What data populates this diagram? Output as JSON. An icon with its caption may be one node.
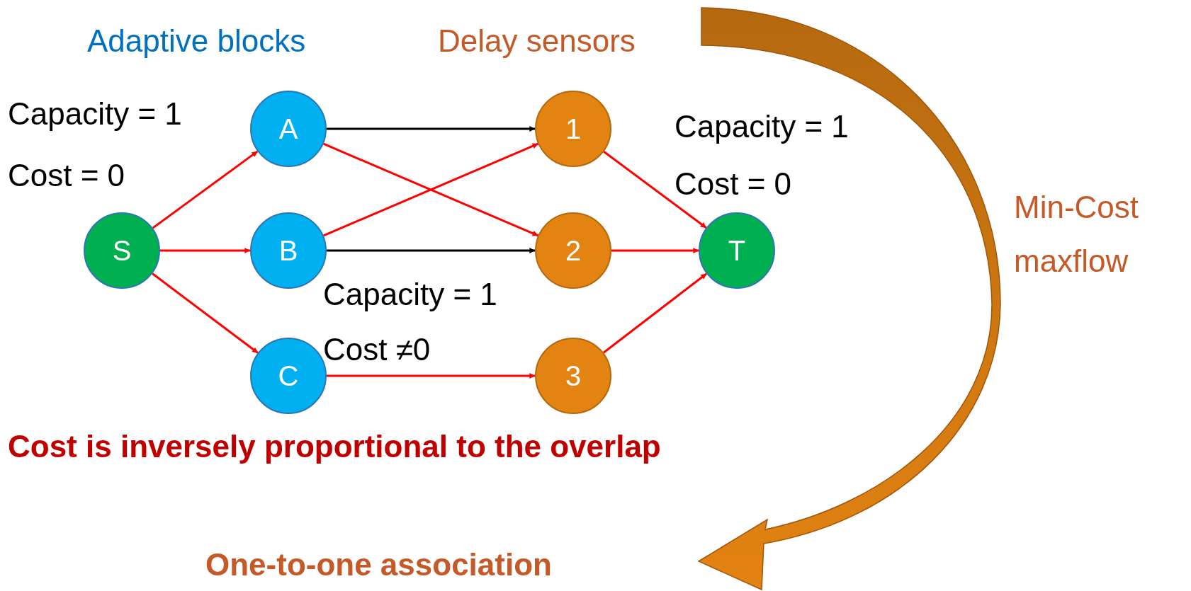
{
  "diagram": {
    "nodes": [
      {
        "text": [
          "S"
        ]
      },
      {
        "text": [
          "A"
        ]
      },
      {
        "text": [
          "B"
        ]
      },
      {
        "text": [
          "C"
        ]
      },
      {
        "text": [
          "1"
        ]
      },
      {
        "text": [
          "2"
        ]
      },
      {
        "text": [
          "3"
        ]
      },
      {
        "text": [
          "T"
        ]
      }
    ],
    "edges": [
      {
        "from": 0,
        "to": 1,
        "arrow": "to"
      },
      {
        "from": 0,
        "to": 2,
        "arrow": "to"
      },
      {
        "from": 0,
        "to": 3,
        "arrow": "to"
      },
      {
        "from": 1,
        "to": 4,
        "arrow": "to",
        "color": "#000000"
      },
      {
        "from": 1,
        "to": 5,
        "arrow": "to"
      },
      {
        "from": 2,
        "to": 4,
        "arrow": "to"
      },
      {
        "from": 2,
        "to": 5,
        "arrow": "to",
        "color": "#000000"
      },
      {
        "from": 3,
        "to": 6,
        "arrow": "to"
      },
      {
        "from": 4,
        "to": 7,
        "arrow": "to"
      },
      {
        "from": 5,
        "to": 7,
        "arrow": "to"
      },
      {
        "from": 6,
        "to": 7,
        "arrow": "to"
      }
    ],
    "labels": [
      "Adaptive blocks",
      "Delay sensors",
      "Capacity = 1",
      "Cost = 0",
      "Capacity = 1",
      "Cost = 0",
      "Min-Cost maxflow",
      "Capacity = 1",
      "Cost ≠0",
      "Cost is inversely proportional to the overlap",
      "One-to-one association"
    ]
  }
}
